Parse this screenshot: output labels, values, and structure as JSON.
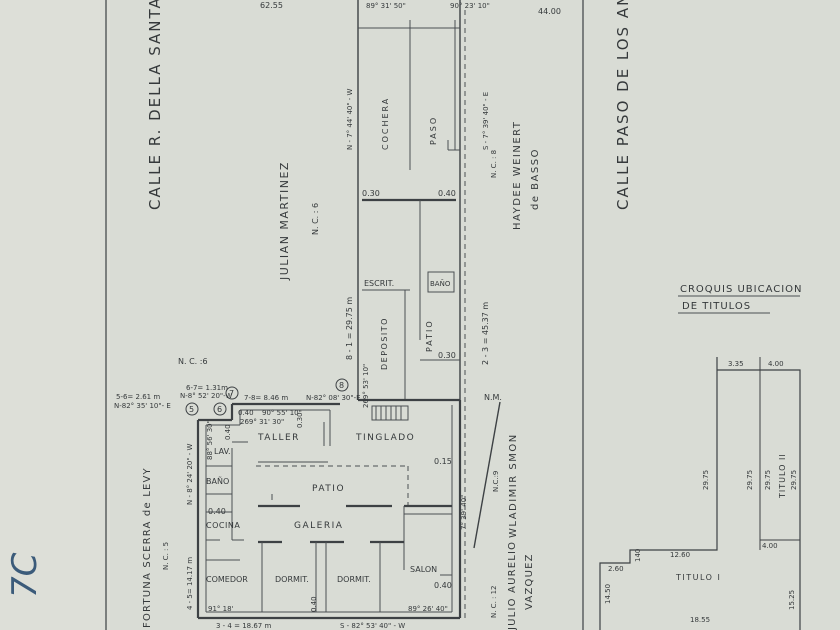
{
  "streets": {
    "left": "CALLE  R. DELLA SANTA",
    "right": "CALLE  PASO  DE  LOS  ANDES"
  },
  "owners": {
    "julian": "JULIAN   MARTINEZ",
    "julian_nc": "N. C. : 6",
    "haydee": "HAYDEE  WEINERT",
    "haydee_2": "de  BASSO",
    "haydee_nc": "N. C. : 8",
    "smon": "WLADIMIR  SMON",
    "smon_nc": "N.C.:9",
    "fortuna": "FORTUNA  SCERRA  de  LEVY",
    "fortuna_nc": "N. C. : 5",
    "julio": "JULIO  AURELIO",
    "julio_2": "VAZQUEZ",
    "julio_nc": "N. C. : 12",
    "nc6_small": "N. C. :6"
  },
  "rooms": {
    "cochera": "COCHERA",
    "paso": "PASO",
    "escrit": "ESCRIT.",
    "bano_top": "BAÑO",
    "deposito": "DEPOSITO",
    "patio_v": "PATIO",
    "taller": "TALLER",
    "tinglado": "TINGLADO",
    "lav": "LAV.",
    "bano": "BAÑO",
    "patio": "PATIO",
    "cocina": "COCINA",
    "galeria": "GALERIA",
    "comedor": "COMEDOR",
    "dormit1": "DORMIT.",
    "dormit2": "DORMIT.",
    "salon": "SALON"
  },
  "dims": {
    "top_62": "62.55",
    "top_44": "44.00",
    "ang_89_31": "89° 31' 50\"",
    "ang_90_23": "90° 23' 10\"",
    "bearing_left": "N - 7° 44' 40\" - W",
    "bearing_right": "S - 7° 39' 40\" - E",
    "d030_a": "0.30",
    "d040_a": "0.40",
    "side_8_1": "8 - 1 = 29.75 m",
    "side_2_3": "2 - 3 = 45.37 m",
    "d030_b": "0.30",
    "ang_269_53": "269° 53' 10\"",
    "n_82_08": "N-82° 08' 30\"-E",
    "s_6_7": "6-7= 1.31m",
    "s_6_7_b": "N-8° 52' 20\"-W",
    "s_5_6": "5-6= 2.61 m",
    "s_5_6_b": "N-82° 35' 10\"- E",
    "s_7_8": "7-8= 8.46 m",
    "d040_c": "0.40",
    "ang_90_55": "90° 55' 10\"",
    "d030_c": "0.30",
    "ang_269_31": "269° 31' 30\"",
    "d040_d": "0.40",
    "ang_88_56": "88° 56' 30\"",
    "n_8_24": "N - 8° 24' 20\" - W",
    "d040_e": "0.40",
    "s_4_5": "4 - 5= 14.17 m",
    "d015": "0.15",
    "ang_7_39": "7° 39' 40\"",
    "d040_f": "0.40",
    "d040_g": "0.40",
    "ang_91_18": "91° 18'",
    "ang_89_26": "89° 26' 40\"",
    "s_3_4": "3 - 4 = 18.67 m",
    "bearing_bottom": "S - 82° 53' 40\" - W",
    "nm": "N.M."
  },
  "markers": {
    "m5": "5",
    "m6": "6",
    "m7": "7",
    "m8": "8"
  },
  "croquis": {
    "title_1": "CROQUIS  UBICACION",
    "title_2": "DE  TITULOS",
    "d335": "3.35",
    "d400_top": "4.00",
    "d2975_a": "29.75",
    "d2975_b": "29.75",
    "d2975_c": "29.75",
    "d2975_d": "29.75",
    "titulo2": "TITULO  II",
    "d400_mid": "4.00",
    "d140": "140",
    "d1260": "12.60",
    "d260": "2.60",
    "titulo1": "TITULO  I",
    "d1450": "14.50",
    "d1525": "15.25",
    "d1855": "18.55"
  },
  "handwriting": "7C"
}
